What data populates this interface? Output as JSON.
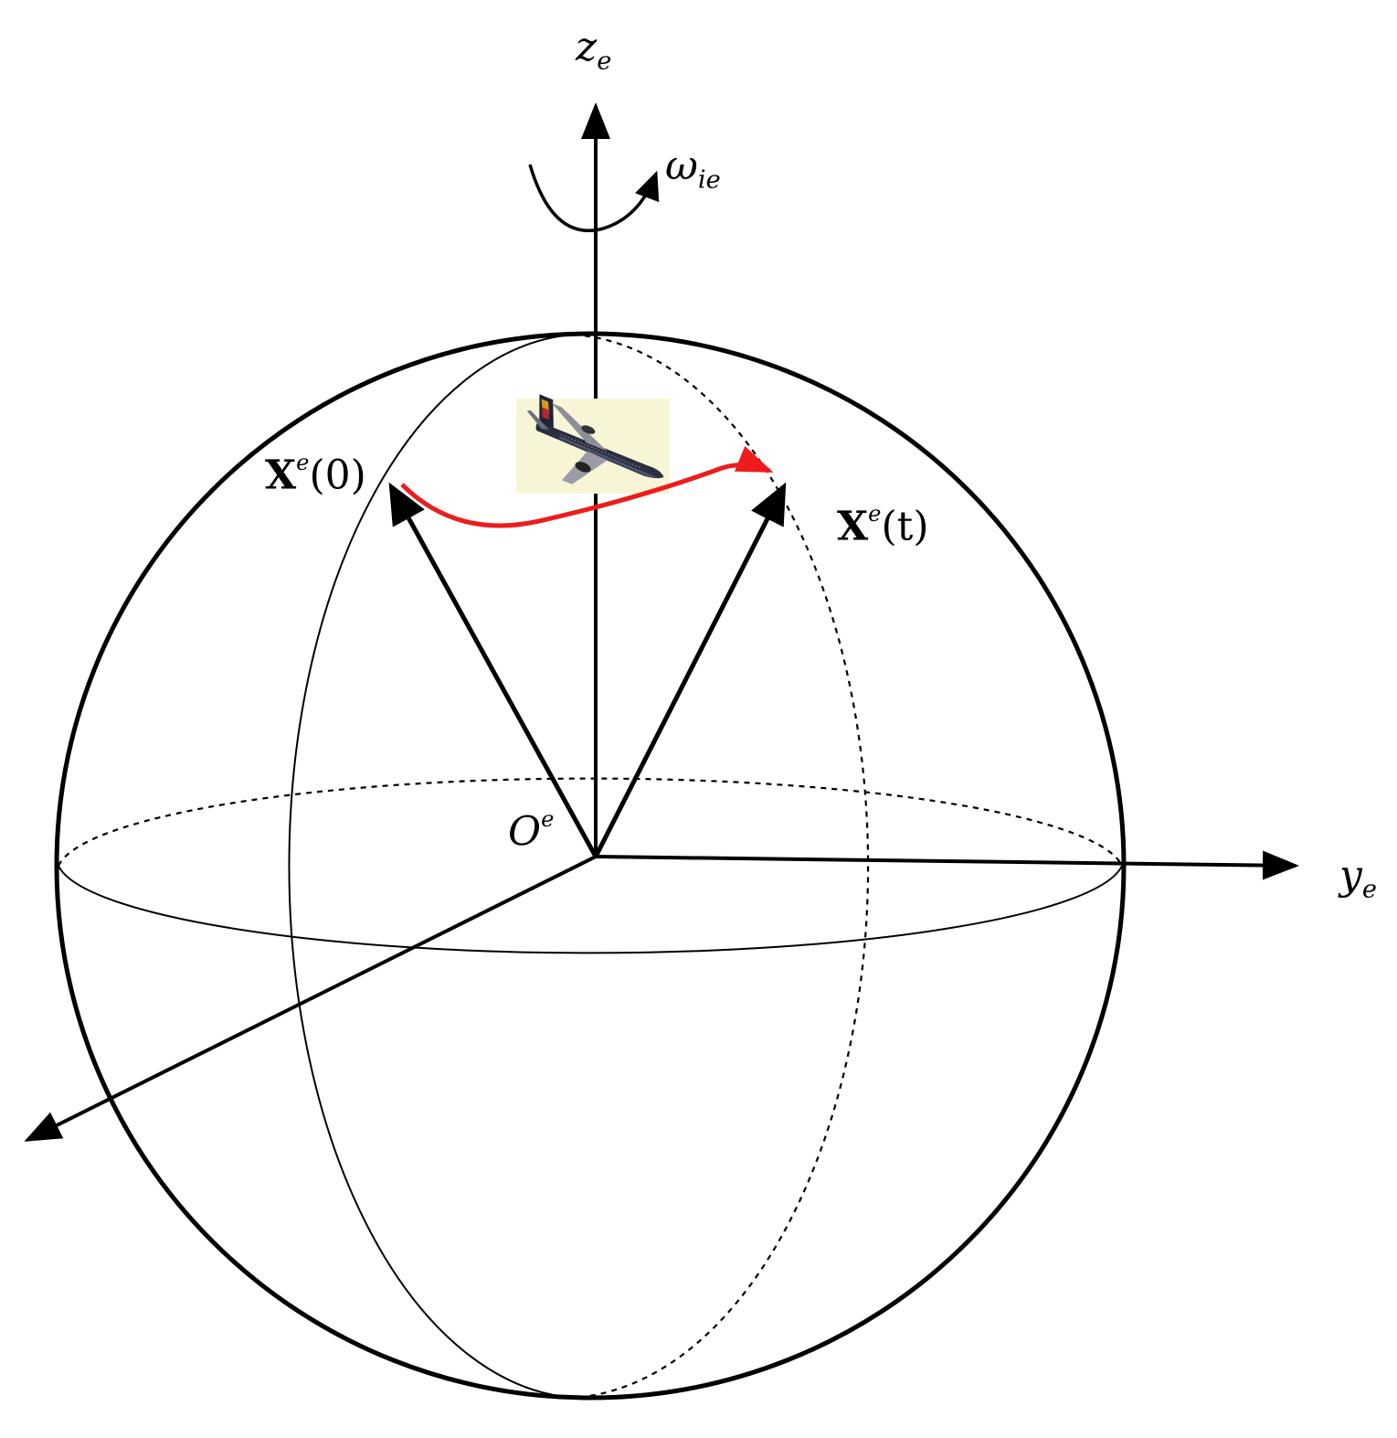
{
  "labels": {
    "z_axis": {
      "base": "z",
      "sub": "e"
    },
    "y_axis": {
      "base": "y",
      "sub": "e"
    },
    "omega": {
      "base": "ω",
      "sub": "ie"
    },
    "origin": {
      "base": "O",
      "sup": "e"
    },
    "x0": {
      "base": "X",
      "sup": "e",
      "arg": "(0)"
    },
    "xt": {
      "base": "X",
      "sup": "e",
      "arg": "(t)"
    }
  },
  "colors": {
    "line": "#000000",
    "trajectory": "#ee1c1c",
    "plane_bg": "#f8f5d6"
  },
  "icons": {
    "aircraft": "airplane-icon"
  }
}
